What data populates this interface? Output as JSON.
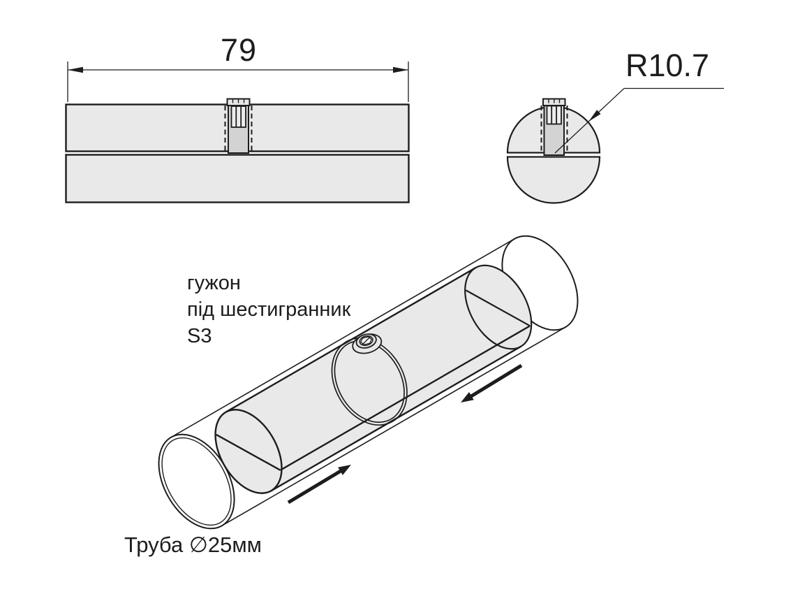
{
  "drawing": {
    "front_view": {
      "length_dimension": "79"
    },
    "end_view": {
      "radius_dimension": "R10.7"
    },
    "isometric_view": {
      "stud_callout_line1": "гужон",
      "stud_callout_line2": "під шестигранник",
      "stud_callout_line3": "S3",
      "tube_label": "Труба ∅25мм"
    },
    "colors": {
      "part_fill": "#e9e9e9",
      "stud_fill": "#d3d3d3",
      "socket_fill": "#ededed",
      "line": "#1d1d1d",
      "background": "#ffffff"
    }
  }
}
